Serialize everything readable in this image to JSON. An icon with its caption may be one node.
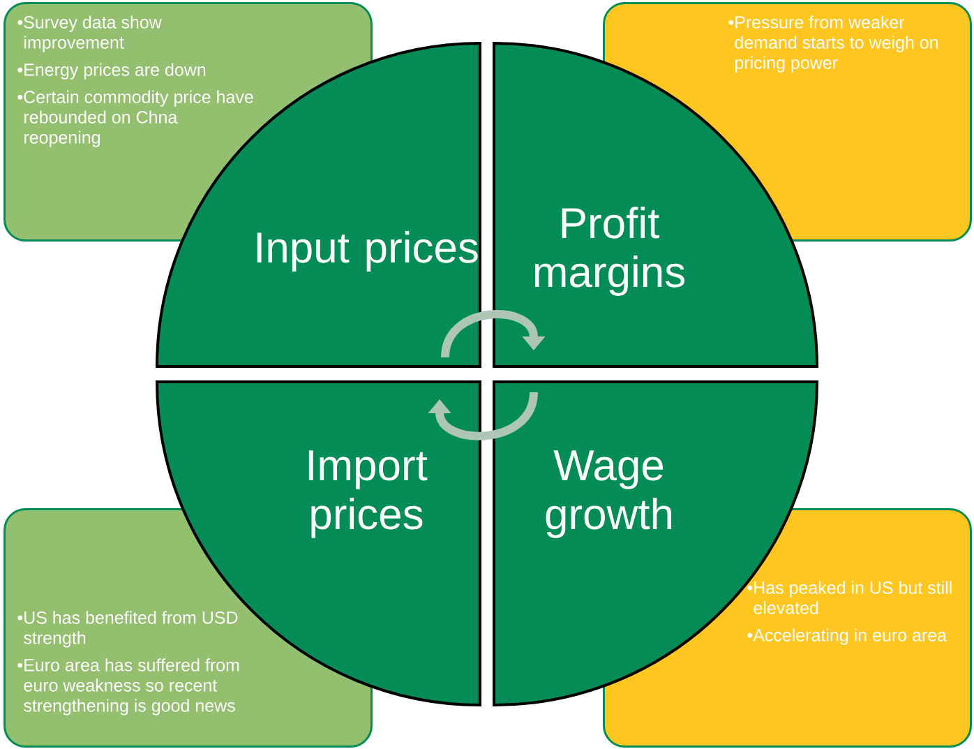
{
  "diagram": {
    "nodes": [
      {
        "text": [
          "•Survey data show improvement",
          "•Energy prices are down",
          "•Certain commodity price have rebounded on Chna reopening"
        ]
      },
      {
        "text": [
          "•Pressure from weaker demand starts to weigh on pricing power"
        ]
      },
      {
        "text": [
          "Input prices"
        ]
      },
      {
        "text": [
          "Profit margins"
        ]
      },
      {
        "text": [
          "Import prices"
        ]
      },
      {
        "text": [
          "Wage growth"
        ]
      },
      {
        "text": [
          "•US has benefited from USD strength",
          "•Euro area has suffered from euro weakness so recent strengthening is good news"
        ]
      },
      {
        "text": [
          "•Has peaked in US but still elevated",
          "•Accelerating in euro area"
        ]
      }
    ],
    "edges": [
      {
        "from": 2,
        "to": 3,
        "arrow": "to"
      },
      {
        "from": 5,
        "to": 4,
        "arrow": "to"
      }
    ]
  }
}
